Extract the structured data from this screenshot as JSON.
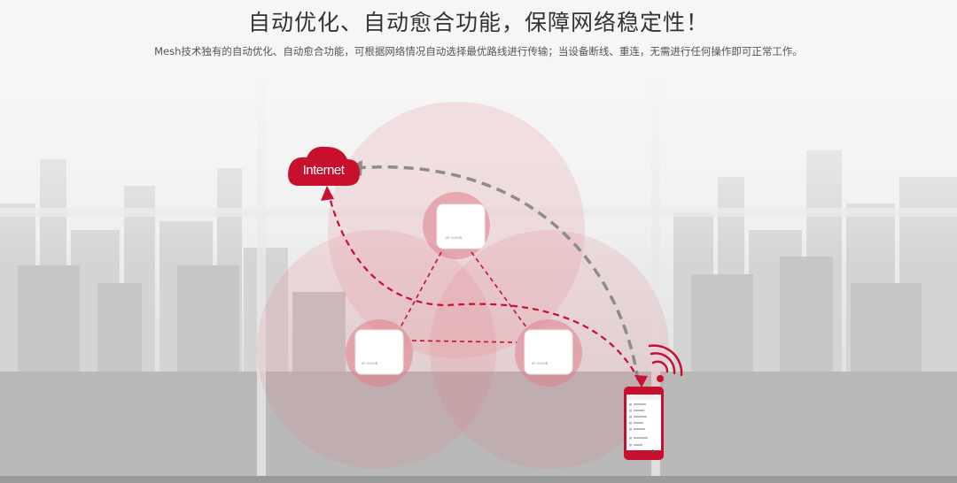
{
  "header": {
    "title": "自动优化、自动愈合功能，保障网络稳定性！",
    "subtitle": "Mesh技术独有的自动优化、自动愈合功能，可根据网络情况自动选择最优路线进行传输；当设备断线、重连，无需进行任何操作即可正常工作。"
  },
  "diagram": {
    "cloud_label": "Internet",
    "ap_label": "AP 01/00B",
    "colors": {
      "brand_red": "#c8102e",
      "gray_path": "#8c8c8c",
      "coverage_pink": "#e57b86"
    },
    "phone_menu": [
      "",
      "",
      "",
      "",
      "",
      "",
      ""
    ],
    "icons": {
      "cloud": "cloud-icon",
      "wifi": "wifi-signal-icon",
      "phone": "smartphone-icon",
      "ap": "access-point-icon"
    }
  }
}
